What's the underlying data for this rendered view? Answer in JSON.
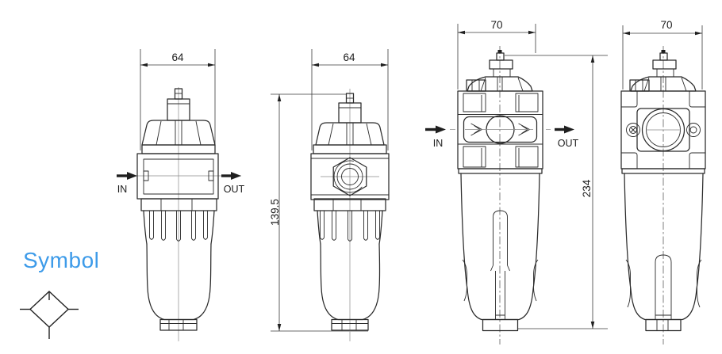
{
  "colors": {
    "drawing_line": "#2b2b2b",
    "dimension_line": "#3a3a3a",
    "centerline": "#9a9a9a",
    "symbol_label_blue": "#3D9BE9",
    "background": "#ffffff"
  },
  "symbol_section": {
    "label": "Symbol"
  },
  "drawings": {
    "lubricator_a_front": {
      "width_dim": "64",
      "in_label": "IN",
      "out_label": "OUT"
    },
    "lubricator_a_side": {
      "width_dim": "64",
      "height_dim": "139.5"
    },
    "lubricator_b_front": {
      "width_dim": "70",
      "in_label": "IN",
      "out_label": "OUT",
      "height_dim": "234"
    },
    "lubricator_b_side": {
      "width_dim": "70"
    }
  }
}
